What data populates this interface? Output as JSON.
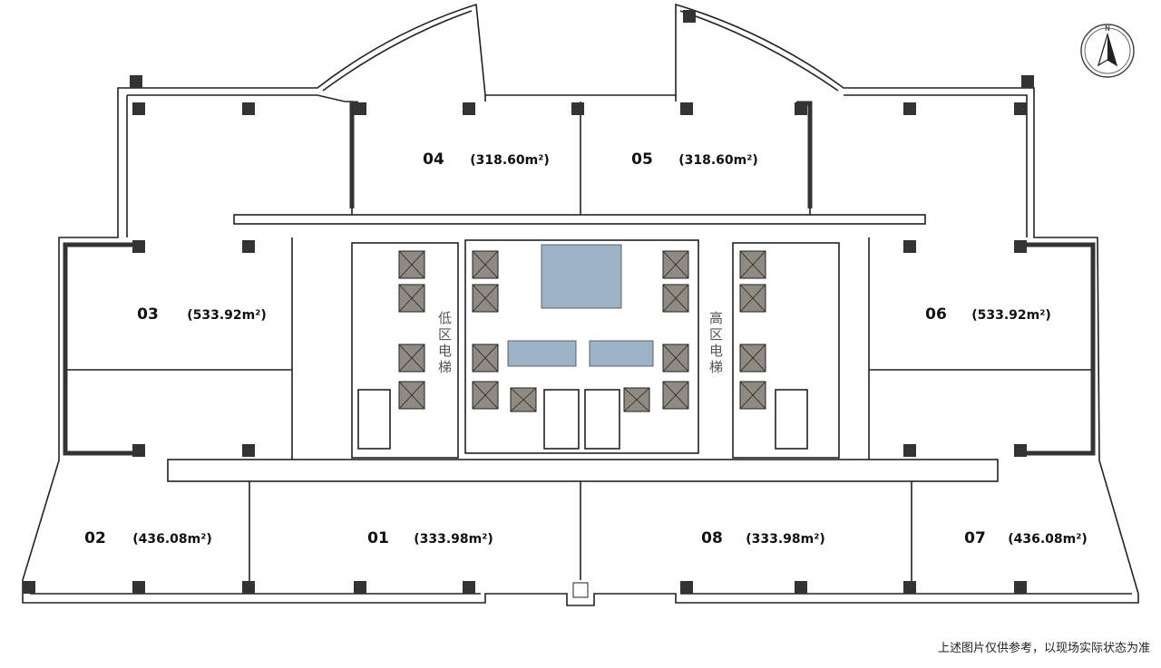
{
  "compass": {
    "label": "N",
    "icon": "north-arrow-icon"
  },
  "units": [
    {
      "id": "04",
      "area": "(318.60m²)"
    },
    {
      "id": "05",
      "area": "(318.60m²)"
    },
    {
      "id": "03",
      "area": "(533.92m²)"
    },
    {
      "id": "06",
      "area": "(533.92m²)"
    },
    {
      "id": "02",
      "area": "(436.08m²)"
    },
    {
      "id": "01",
      "area": "(333.98m²)"
    },
    {
      "id": "08",
      "area": "(333.98m²)"
    },
    {
      "id": "07",
      "area": "(436.08m²)"
    }
  ],
  "elevators": {
    "low_zone": "低区电梯",
    "high_zone": "高区电梯"
  },
  "disclaimer": "上述图片仅供参考，以现场实际状态为准",
  "colors": {
    "wall": "#222222",
    "column": "#333333",
    "elevator": "#8f8b83",
    "restroom": "#9fb3c8"
  }
}
